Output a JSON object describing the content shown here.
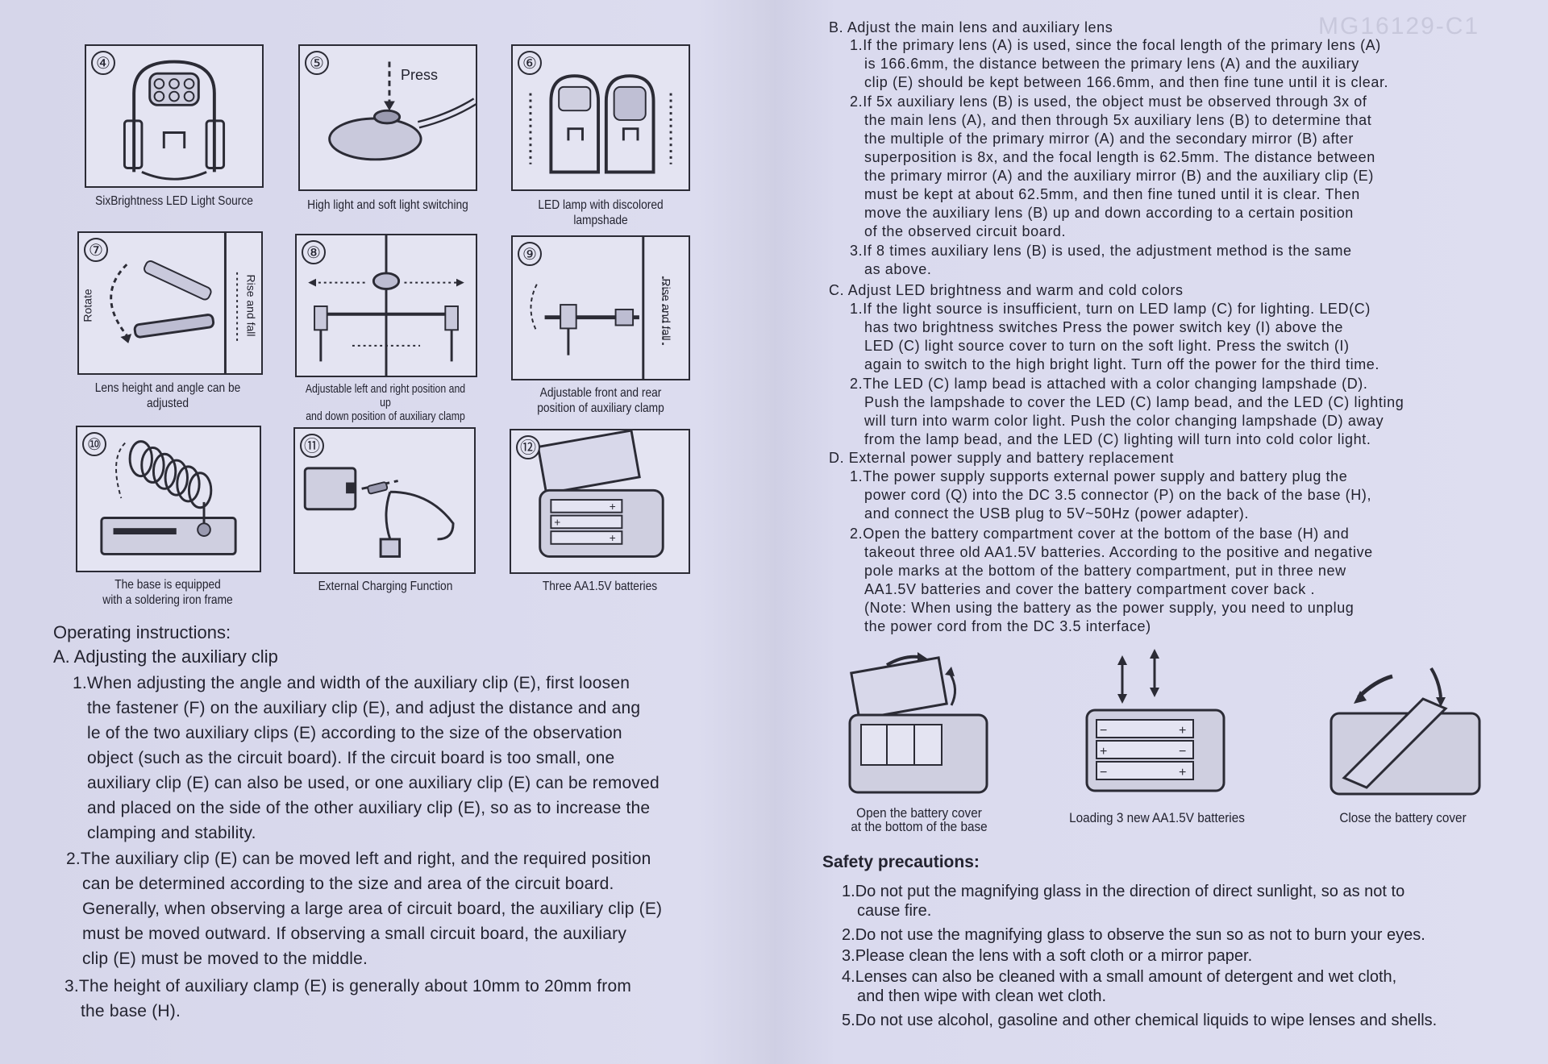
{
  "figures": [
    {
      "num": "④",
      "caption": "SixBrightness LED Light Source"
    },
    {
      "num": "⑤",
      "caption": "High light and soft light switching",
      "label": "Press"
    },
    {
      "num": "⑥",
      "caption": "LED lamp with discolored lampshade"
    },
    {
      "num": "⑦",
      "caption": "Lens height and angle can be adjusted",
      "label_left": "Rotate",
      "label_right": "Rise and fall"
    },
    {
      "num": "⑧",
      "caption_line1": "Adjustable left and right position and up",
      "caption_line2": "and down position of auxiliary clamp"
    },
    {
      "num": "⑨",
      "caption_line1": "Adjustable front and rear",
      "caption_line2": "position of auxiliary clamp",
      "label_right": "Rise and fall"
    },
    {
      "num": "⑩",
      "caption_line1": "The base is equipped",
      "caption_line2": "with a soldering iron frame"
    },
    {
      "num": "⑪",
      "caption": "External Charging Function"
    },
    {
      "num": "⑫",
      "caption": "Three AA1.5V batteries"
    }
  ],
  "left": {
    "heading": "Operating instructions:",
    "section_a": "A. Adjusting the auxiliary clip",
    "a_items": [
      {
        "n": "1.",
        "lines": [
          "When adjusting the angle and width of the auxiliary clip (E), first loosen",
          "the fastener (F) on the auxiliary clip (E), and adjust the distance and ang",
          "le of the two auxiliary clips (E) according to the size of the observation",
          "object (such as the circuit board). If the circuit board is too small, one",
          "auxiliary clip (E) can also be used, or one auxiliary clip (E) can be removed",
          "and placed on the side of the other auxiliary clip (E), so as to increase the",
          "clamping and stability."
        ]
      },
      {
        "n": "2.",
        "lines": [
          "The auxiliary clip (E) can be moved left and right, and the required position",
          "can be determined according to the size and area of the circuit board.",
          "Generally, when observing a large area of circuit board, the auxiliary clip (E)",
          "must be moved outward. If observing a small circuit board, the auxiliary",
          "clip (E) must be moved to the middle."
        ]
      },
      {
        "n": "3.",
        "lines": [
          "The height of auxiliary clamp (E) is generally about 10mm to 20mm from",
          "the base (H)."
        ]
      }
    ]
  },
  "right": {
    "watermark": "MG16129-C1",
    "section_b": "B. Adjust the main lens and auxiliary lens",
    "b_items": [
      {
        "n": "1.",
        "lines": [
          "If the primary lens (A) is used, since the focal length of the primary lens (A)",
          "is 166.6mm, the distance between the primary lens (A) and the auxiliary",
          "clip (E) should be kept between 166.6mm, and then fine tune until it is clear."
        ]
      },
      {
        "n": "2.",
        "lines": [
          "If 5x auxiliary lens (B) is used, the object must be observed through 3x of",
          "the main lens (A), and then through 5x auxiliary lens (B) to determine that",
          "the multiple of the primary mirror (A) and the secondary mirror (B) after",
          "superposition is 8x, and the focal length is 62.5mm. The distance between",
          "the primary mirror (A) and the auxiliary mirror (B) and the auxiliary clip (E)",
          "must be kept at about 62.5mm, and then fine tuned until it is clear. Then",
          "move the auxiliary lens (B) up and down according to a certain position",
          "of the observed circuit board."
        ]
      },
      {
        "n": "3.",
        "lines": [
          "If 8 times auxiliary lens (B) is used, the adjustment method is the same",
          "as above."
        ]
      }
    ],
    "section_c": "C. Adjust LED brightness and warm and cold colors",
    "c_items": [
      {
        "n": "1.",
        "lines": [
          "If the light source is insufficient, turn on LED lamp (C) for lighting. LED(C)",
          "has two brightness switches Press the power switch key (I) above the",
          "LED (C) light source cover to turn on the soft light. Press the switch (I)",
          "again to switch to the high bright light. Turn off the power for the third time."
        ]
      },
      {
        "n": "2.",
        "lines": [
          "The LED (C) lamp bead is attached with a color changing lampshade (D).",
          "Push the lampshade to cover the LED (C) lamp bead, and the LED (C) lighting",
          "will turn into warm color light. Push the color changing lampshade (D) away",
          "from the lamp bead, and the LED (C) lighting will turn into cold color light."
        ]
      }
    ],
    "section_d": "D. External power supply and battery replacement",
    "d_items": [
      {
        "n": "1.",
        "lines": [
          "The power supply supports external power supply and battery plug the",
          "power cord (Q) into the DC 3.5 connector (P) on the back of the base (H),",
          "and connect the USB plug to 5V~50Hz (power adapter)."
        ]
      },
      {
        "n": "2.",
        "lines": [
          "Open the battery compartment cover at the bottom of the base (H) and",
          "takeout three old AA1.5V batteries. According to the positive and negative",
          "pole marks at the bottom of the battery compartment, put in three new",
          "AA1.5V batteries and cover the battery compartment cover back .",
          "(Note: When using the battery as the power supply, you need to unplug",
          "the power cord from the DC 3.5 interface)"
        ]
      }
    ],
    "battery_steps": [
      {
        "line1": "Open the battery cover",
        "line2": "at the bottom of the base"
      },
      {
        "line1": "Loading 3 new AA1.5V batteries",
        "line2": ""
      },
      {
        "line1": "Close the battery cover",
        "line2": ""
      }
    ],
    "safety_heading": "Safety precautions:",
    "safety_items": [
      {
        "n": "1.",
        "lines": [
          "Do not put the magnifying glass in the direction of direct sunlight, so as not to",
          "cause fire."
        ]
      },
      {
        "n": "2.",
        "lines": [
          "Do not use the magnifying glass to observe the sun so as not to burn your eyes."
        ]
      },
      {
        "n": "3.",
        "lines": [
          "Please clean the lens with a soft cloth or a mirror paper."
        ]
      },
      {
        "n": "4.",
        "lines": [
          "Lenses can also be cleaned with a small amount of detergent and wet cloth,",
          "and then wipe with clean wet cloth."
        ]
      },
      {
        "n": "5.",
        "lines": [
          "Do not use alcohol, gasoline and other chemical liquids to wipe lenses and shells."
        ]
      }
    ]
  }
}
